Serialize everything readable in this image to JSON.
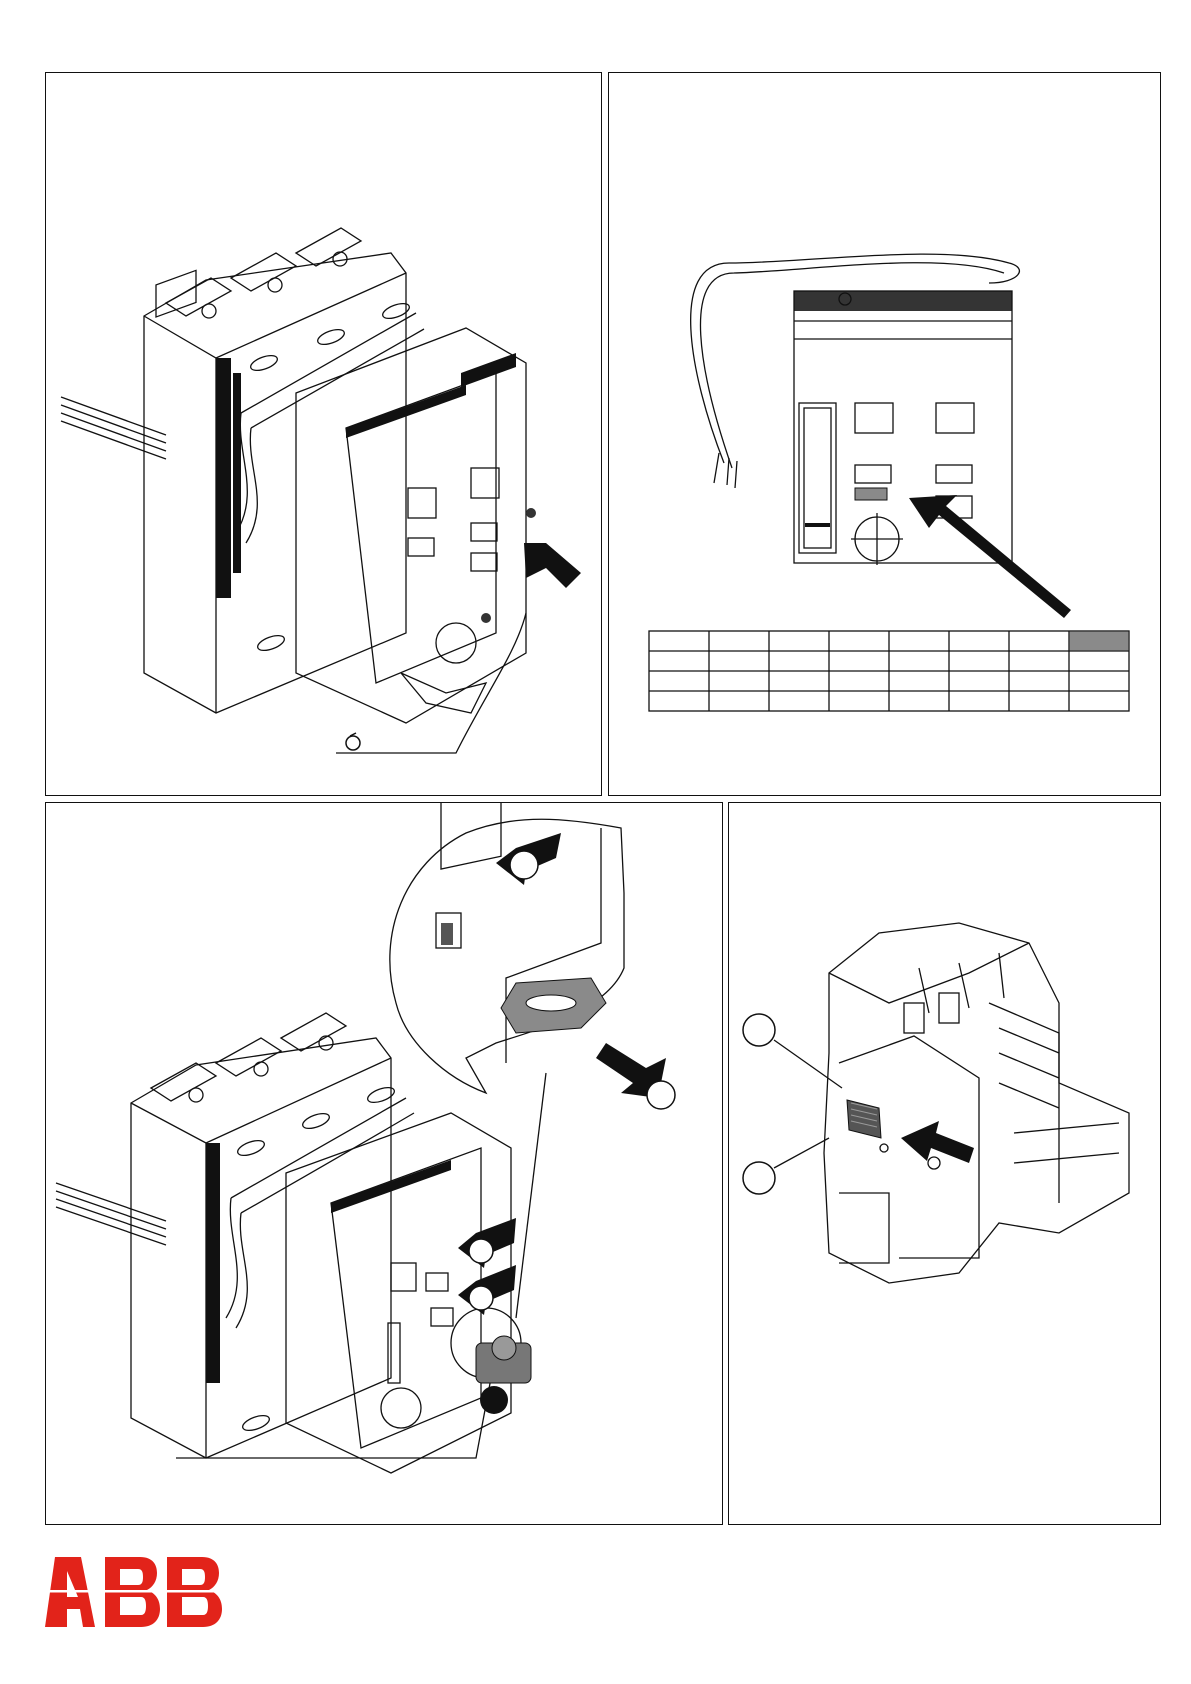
{
  "brand": {
    "name": "ABB",
    "color": "#e2231a"
  },
  "panels": [
    {
      "id": "panel-1",
      "content": "breakcircuit-with-motor-operator-screws"
    },
    {
      "id": "panel-2",
      "content": "motor-operator-front-with-selector-table"
    },
    {
      "id": "panel-3",
      "content": "accessory-removal-detail"
    },
    {
      "id": "panel-4",
      "content": "fixed-part-with-slot"
    }
  ],
  "selector_table": {
    "rows": 4,
    "columns": 8,
    "highlighted_cell": {
      "row": 0,
      "column": 7
    },
    "highlight_color": "#8a8a8a"
  },
  "icons": [
    "arrow-icon",
    "screw-icon",
    "rotate-icon",
    "callout-circle-icon"
  ],
  "colors": {
    "line": "#111111",
    "shade": "#8a8a8a",
    "dark_shade": "#555555"
  }
}
